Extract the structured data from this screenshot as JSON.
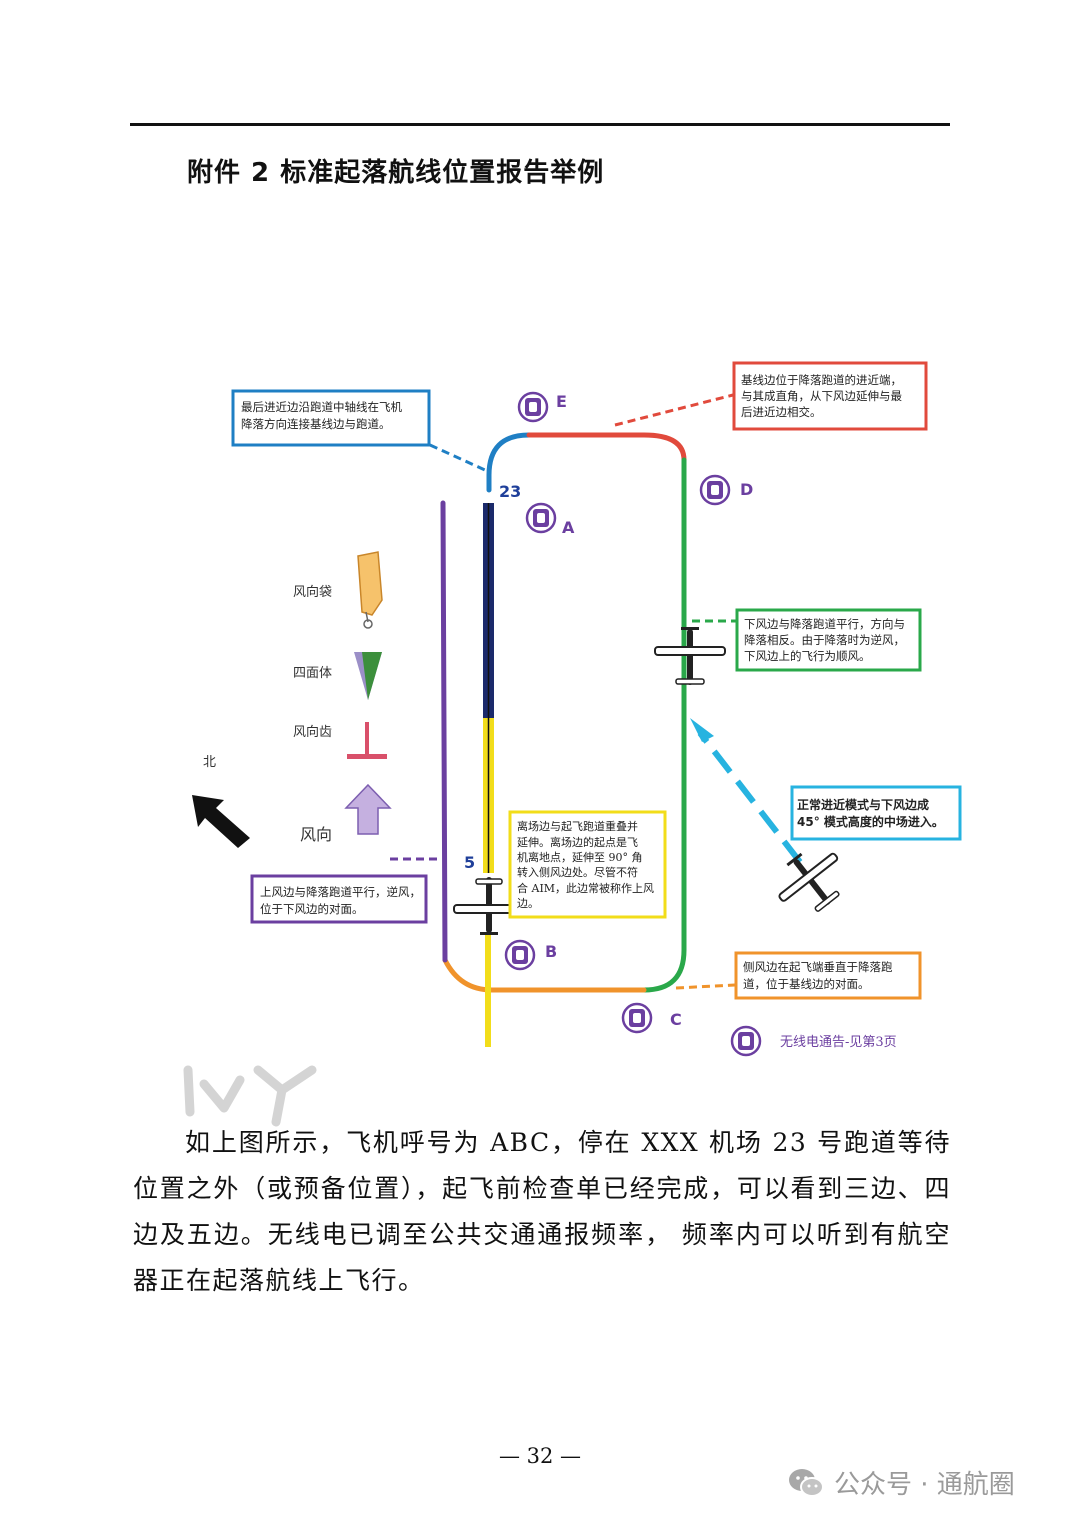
{
  "heading": "附件 2  标准起落航线位置报告举例",
  "diagram": {
    "runway_numbers": {
      "top": "23",
      "bottom": "5"
    },
    "position_points": [
      "E",
      "D",
      "A",
      "B",
      "C"
    ],
    "legend": {
      "windsock": "风向袋",
      "tetrahedron": "四面体",
      "wind_tee": "风向齿",
      "north": "北",
      "wind_direction": "风向",
      "radio_note": "无线电通告-见第3页"
    },
    "callouts": {
      "final": [
        "最后进近边沿跑道中轴线在飞机",
        "降落方向连接基线边与跑道。"
      ],
      "base": [
        "基线边位于降落跑道的进近端，",
        "与其成直角，从下风边延伸与最",
        "后进近边相交。"
      ],
      "downwind": [
        "下风边与降落跑道平行，方向与",
        "降落相反。由于降落时为逆风，",
        "下风边上的飞行为顺风。"
      ],
      "entry": [
        "正常进近模式与下风边成",
        "45° 模式高度的中场进入。"
      ],
      "departure": [
        "离场边与起飞跑道重叠并",
        "延伸。离场边的起点是飞",
        "机离地点，延伸至 90° 角",
        "转入侧风边处。尽管不符",
        "合 AIM，此边常被称作上风",
        "边。"
      ],
      "upwind": [
        "上风边与降落跑道平行，逆风，",
        "位于下风边的对面。"
      ],
      "crosswind": [
        "侧风边在起飞端垂直于降落跑",
        "道，位于基线边的对面。"
      ]
    },
    "colors": {
      "final": "#1f7fc4",
      "base": "#e14a3c",
      "downwind": "#2aa84a",
      "entry": "#27b3e0",
      "departure": "#f2dd1a",
      "upwind": "#6b3fa0",
      "crosswind": "#f0932b",
      "runway_dark": "#1b2a6b",
      "runway_light": "#f2dd1a"
    }
  },
  "body": "如上图所示，飞机呼号为 ABC，停在 XXX 机场 23 号跑道等待位置之外（或预备位置），起飞前检查单已经完成，可以看到三边、四 边及五边。无线电已调至公共交通通报频率， 频率内可以听到有航空 器正在起落航线上飞行。",
  "footer": "— 32 —",
  "watermark": "公众号 · 通航圈"
}
